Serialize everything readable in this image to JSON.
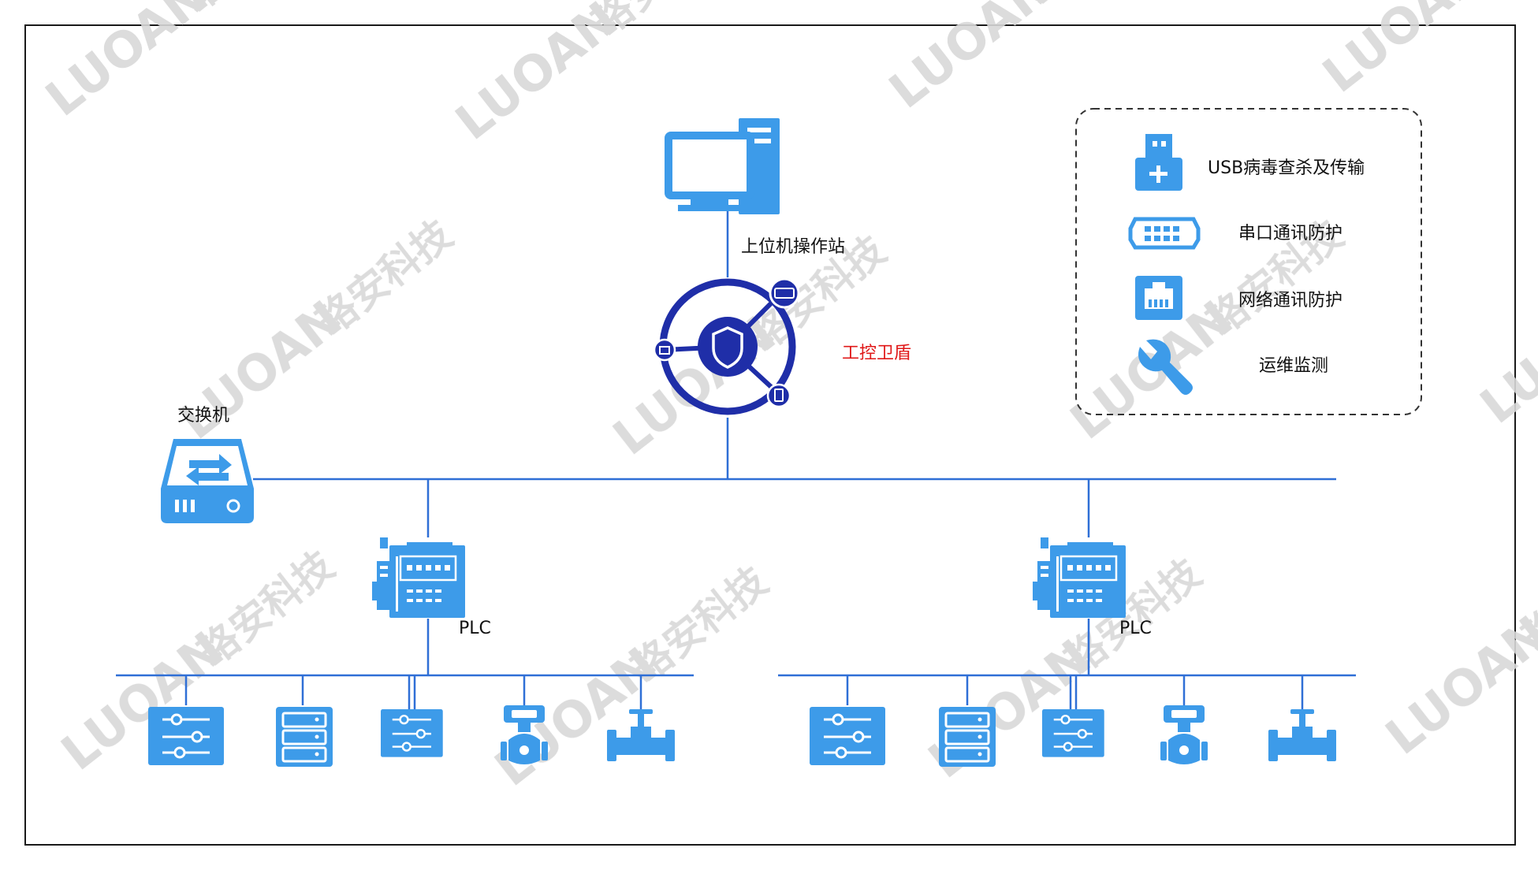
{
  "colors": {
    "line": "#2f6fd6",
    "device": "#3d9be9",
    "device_dark": "#2a7fd4",
    "shield": "#1f2ea8",
    "shield_label": "#e01818",
    "text": "#111111",
    "watermark": "#d9d9d9"
  },
  "watermark": {
    "brand": "LUOAN",
    "cn": "珞安科技"
  },
  "nodes": {
    "workstation": {
      "label": "上位机操作站",
      "icon": "desktop-computer-icon"
    },
    "shield": {
      "label": "工控卫盾",
      "icon": "shield-hub-icon"
    },
    "switch": {
      "label": "交换机",
      "icon": "network-switch-icon"
    },
    "plc_left": {
      "label": "PLC",
      "icon": "plc-icon"
    },
    "plc_right": {
      "label": "PLC",
      "icon": "plc-icon"
    }
  },
  "field_devices": {
    "left": [
      "control-panel-icon",
      "server-rack-icon",
      "control-panel-icon",
      "flow-meter-icon",
      "valve-icon"
    ],
    "right": [
      "control-panel-icon",
      "server-rack-icon",
      "control-panel-icon",
      "flow-meter-icon",
      "valve-icon"
    ]
  },
  "legend": {
    "items": [
      {
        "icon": "usb-drive-icon",
        "label": "USB病毒查杀及传输"
      },
      {
        "icon": "serial-port-icon",
        "label": "串口通讯防护"
      },
      {
        "icon": "ethernet-port-icon",
        "label": "网络通讯防护"
      },
      {
        "icon": "wrench-icon",
        "label": "运维监测"
      }
    ]
  }
}
